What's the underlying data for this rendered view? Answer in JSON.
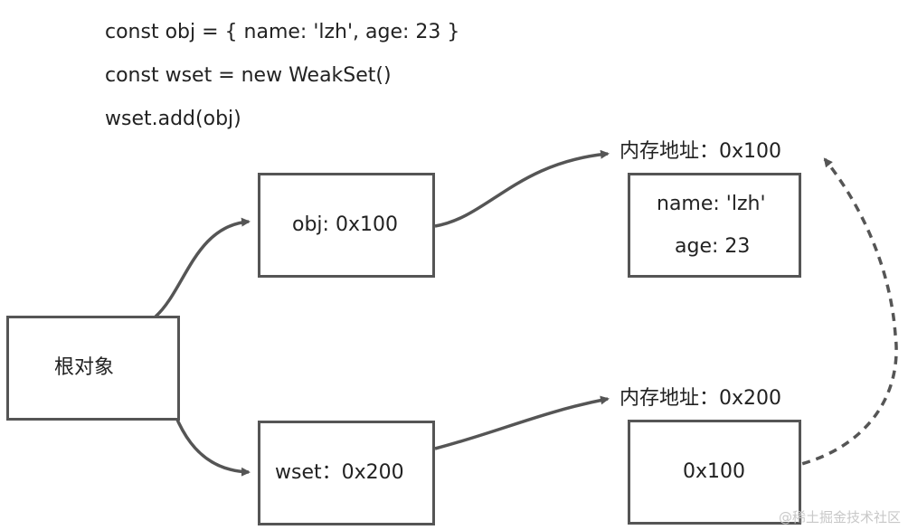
{
  "code": {
    "line1": "const obj = { name: 'lzh', age: 23 }",
    "line2": "const wset = new WeakSet()",
    "line3": "wset.add(obj)"
  },
  "nodes": {
    "root": "根对象",
    "obj_ref": "obj: 0x100",
    "wset_ref": "wset：0x200",
    "mem1_title": "内存地址：0x100",
    "mem1_line1": "name: 'lzh'",
    "mem1_line2": "age: 23",
    "mem2_title": "内存地址：0x200",
    "mem2_value": "0x100"
  },
  "colors": {
    "stroke": "#555555",
    "text": "#222222"
  },
  "watermark": "@稀土掘金技术社区"
}
